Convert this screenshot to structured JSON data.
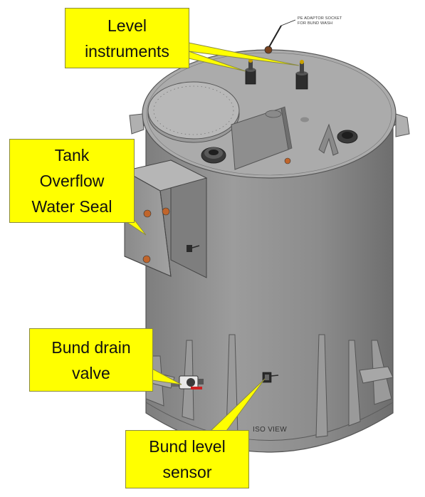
{
  "labels": {
    "level_instruments": "Level\ninstruments",
    "tank_overflow": "Tank\nOverflow\nWater Seal",
    "bund_drain": "Bund drain\nvalve",
    "bund_level_sensor": "Bund level\nsensor",
    "pe_adaptor_line1": "PE ADAPTOR SOCKET",
    "pe_adaptor_line2": "FOR BUND WASH",
    "iso_view": "ISO VIEW"
  },
  "colors": {
    "callout_fill": "#ffff00",
    "tank_body": "#8f8f8f",
    "tank_lid": "#a9a9a9",
    "fitting_orange": "#c0652b",
    "valve_red": "#cc2222"
  }
}
